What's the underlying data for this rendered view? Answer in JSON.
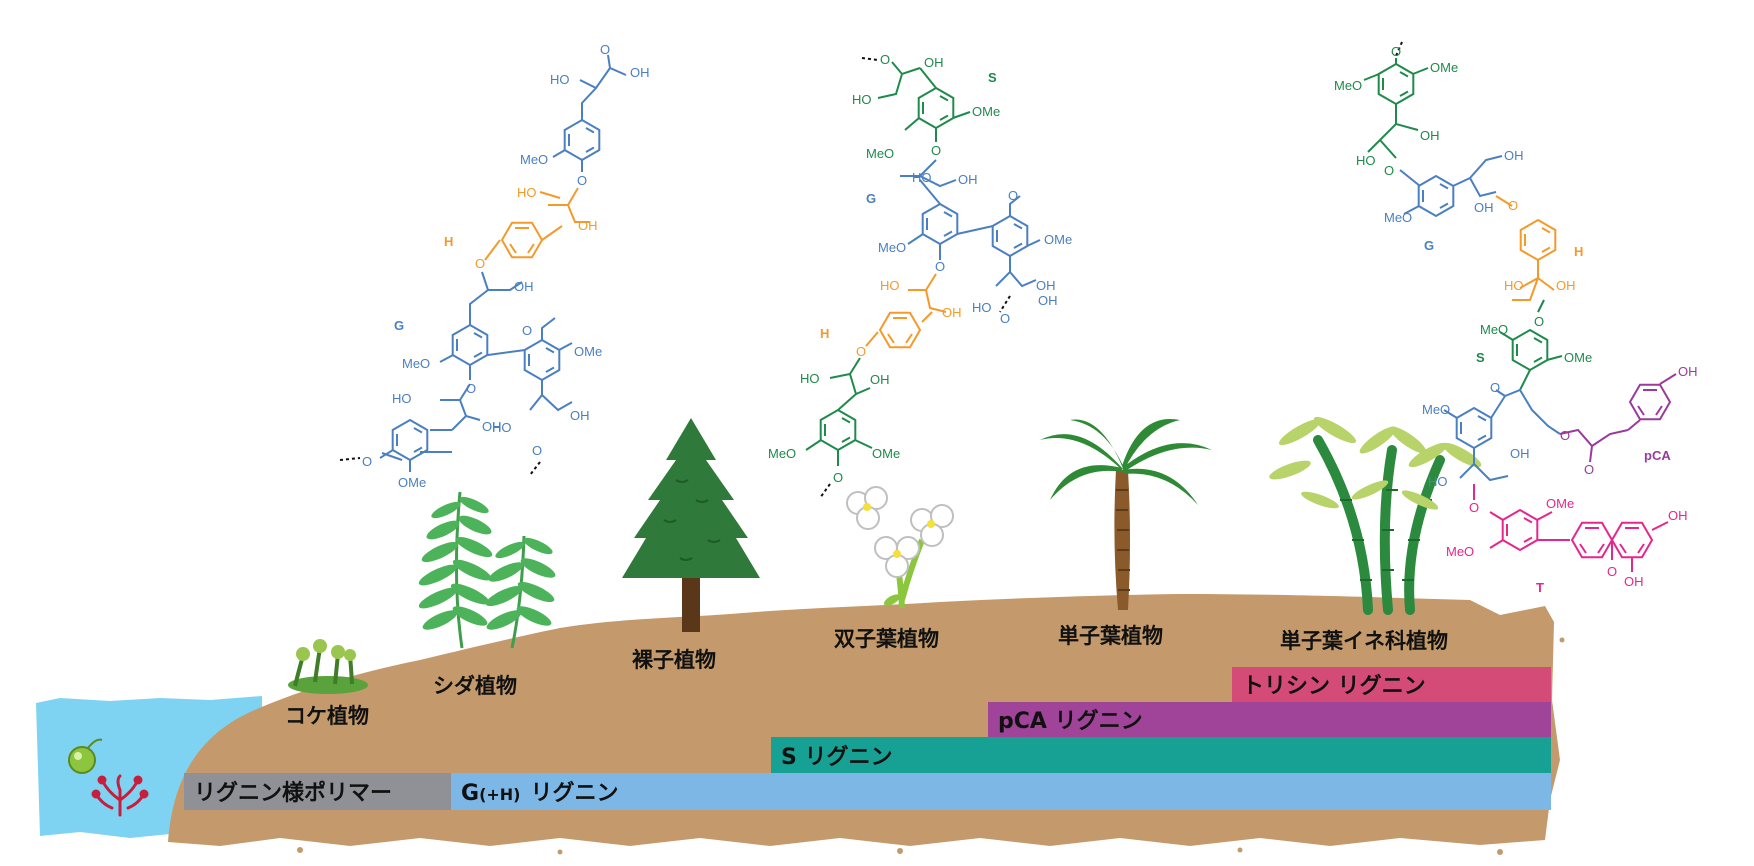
{
  "colors": {
    "G": "#4a7fc1",
    "H": "#f39a2b",
    "S": "#1f8a4c",
    "pCA": "#9a3a9c",
    "T": "#e5268c",
    "soil": "#c49a6c",
    "water": "#7fd3f2",
    "band_gray": "#8f9196",
    "band_blue": "#7db7e6",
    "band_teal": "#16a194",
    "band_purple": "#a0449a",
    "band_pink": "#d54b78"
  },
  "unit_labels": {
    "fern_G": "G",
    "fern_H": "H",
    "dicot_S": "S",
    "dicot_G": "G",
    "dicot_H": "H",
    "grass_G": "G",
    "grass_H": "H",
    "grass_S": "S",
    "grass_pCA": "pCA",
    "grass_T": "T"
  },
  "chem": {
    "OH": "OH",
    "HO": "HO",
    "OMe": "OMe",
    "MeO": "MeO",
    "O": "O"
  },
  "plants": {
    "moss": "コケ植物",
    "fern": "シダ植物",
    "gymnosperm": "裸子植物",
    "dicot": "双子葉植物",
    "monocot": "単子葉植物",
    "grass": "単子葉イネ科植物"
  },
  "bands": {
    "lignin_like": "リグニン様ポリマー",
    "g_main": "G",
    "g_sub": "(+H)",
    "g_tail": "リグニン",
    "s_lignin": "S リグニン",
    "pca_lignin": "pCA リグニン",
    "tricin_lignin": "トリシン リグニン"
  }
}
